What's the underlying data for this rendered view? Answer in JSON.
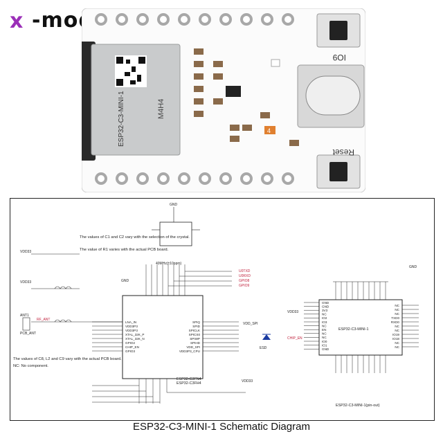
{
  "brand": {
    "logo_mark": "x",
    "logo_text": "-modules-x"
  },
  "board": {
    "module_label": "ESP32-C3-MINI-1",
    "module_code": "M4H4",
    "boot_label": "IO9",
    "reset_label": "Reset",
    "led_text": "4",
    "colors": {
      "pcb": "#ffffff",
      "module_shield": "#c9cbcc",
      "antenna": "#2a2a2a",
      "pad": "#a8a8a8"
    }
  },
  "schematic": {
    "notes": {
      "c1c2": "The values of C1 and C2 vary with the selection of the crystal.",
      "r1": "The value of R1 varies with the actual PCB board.",
      "c8": "The values of C8, L2 and C9 vary with the actual PCB board.",
      "nc": "NC: No component."
    },
    "chip_main": [
      "ESP32-C3FN4",
      "ESP32-C3FH4"
    ],
    "chip_pinout": "ESP32-C3-MINI-1",
    "pinout_title": "ESP32-C3-MINI-1(pin-out)",
    "labels": {
      "gnd": "GND",
      "vdd33": "VDD33",
      "vdd_spi": "VDD_SPI",
      "ant": "ANT1",
      "pcb_ant": "PCB_ANT",
      "rf_ant": "RF_ANT",
      "chip_en": "CHIP_EN",
      "esd": "ESD",
      "crystal": "40MHz(±10ppm)",
      "u1txd": "U0TXD",
      "u1rxd": "U0RXD",
      "gpio8": "GPIO8",
      "gpio9": "GPIO9"
    },
    "left_pins": [
      "LNA_IN",
      "VDD3P3",
      "VDD3P3",
      "XTAL_32K_P",
      "XTAL_32K_N",
      "GPIO2",
      "CHIP_EN",
      "GPIO3"
    ],
    "right_pins": [
      "SPIQ",
      "SPID",
      "SPICLK",
      "SPICS0",
      "SPIWP",
      "SPIHD",
      "VDD_SPI",
      "VDD3P3_CPU"
    ],
    "pinout_left": [
      "GND",
      "GND",
      "3V3",
      "NC",
      "IO2",
      "IO3",
      "NC",
      "EN",
      "NC",
      "NC",
      "IO0",
      "IO1",
      "GND"
    ],
    "pinout_right": [
      "NC",
      "NC",
      "NC",
      "TXD0",
      "RXD0",
      "NC",
      "NC",
      "IO19",
      "IO18",
      "NC",
      "NC"
    ]
  },
  "caption": "ESP32-C3-MINI-1 Schematic Diagram"
}
